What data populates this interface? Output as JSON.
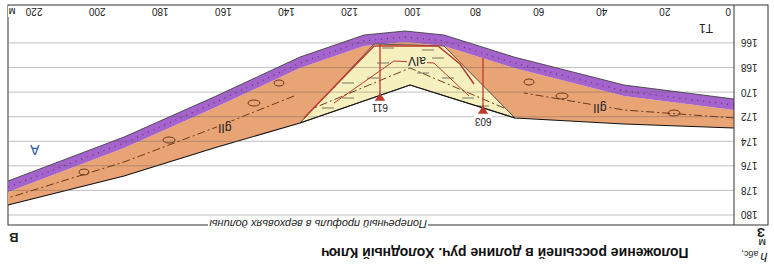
{
  "diagram": {
    "title": "Положение россыпей в долине руч. Холодный Ключ",
    "labels": [
      "Поперечный профиль в верховьях долины",
      "h",
      "абс,",
      "м",
      "З",
      "В",
      "180",
      "178",
      "176",
      "174",
      "172",
      "170",
      "168",
      "166",
      "0",
      "20",
      "40",
      "60",
      "80",
      "100",
      "120",
      "140",
      "160",
      "180",
      "200",
      "220",
      "м",
      "Т1",
      "gII",
      "gII",
      "aIV",
      "603",
      "611",
      "А"
    ]
  }
}
